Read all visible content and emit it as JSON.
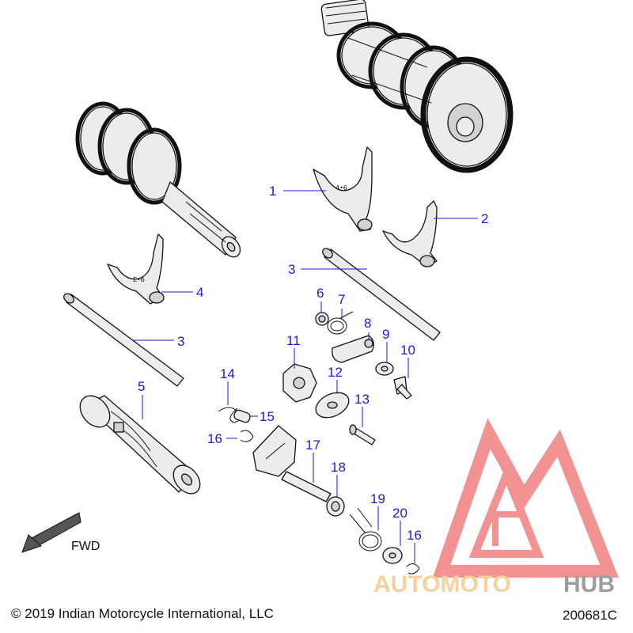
{
  "callouts": [
    {
      "id": "c1",
      "text": "1"
    },
    {
      "id": "c2",
      "text": "2"
    },
    {
      "id": "c3a",
      "text": "3"
    },
    {
      "id": "c3b",
      "text": "3"
    },
    {
      "id": "c4",
      "text": "4"
    },
    {
      "id": "c5",
      "text": "5"
    },
    {
      "id": "c6",
      "text": "6"
    },
    {
      "id": "c7",
      "text": "7"
    },
    {
      "id": "c8",
      "text": "8"
    },
    {
      "id": "c9",
      "text": "9"
    },
    {
      "id": "c10",
      "text": "10"
    },
    {
      "id": "c11",
      "text": "11"
    },
    {
      "id": "c12",
      "text": "12"
    },
    {
      "id": "c13",
      "text": "13"
    },
    {
      "id": "c14",
      "text": "14"
    },
    {
      "id": "c15",
      "text": "15"
    },
    {
      "id": "c16a",
      "text": "16"
    },
    {
      "id": "c17",
      "text": "17"
    },
    {
      "id": "c18",
      "text": "18"
    },
    {
      "id": "c19",
      "text": "19"
    },
    {
      "id": "c20",
      "text": "20"
    },
    {
      "id": "c16b",
      "text": "16"
    }
  ],
  "direction": {
    "label": "FWD"
  },
  "footer": {
    "copyright": "© 2019 Indian Motorcycle International, LLC",
    "diagram_number": "200681C"
  },
  "watermark": {
    "brand_auto": "AUTOMOTO",
    "brand_hub": "HUB",
    "colors": {
      "logo": "#f08080",
      "auto": "#f5c98a",
      "moto": "#f0a0a0",
      "hub": "#8c8c8c"
    }
  },
  "colors": {
    "callout": "#1a1ad6"
  }
}
